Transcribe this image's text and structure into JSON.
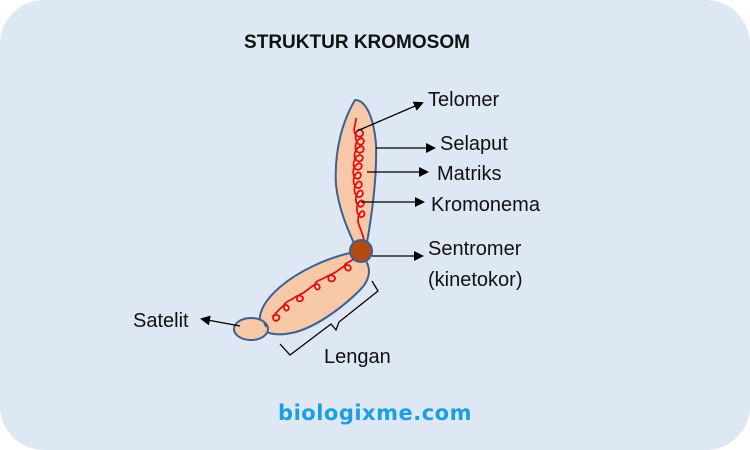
{
  "title": "STRUKTUR KROMOSOM",
  "labels": {
    "telomer": "Telomer",
    "selaput": "Selaput",
    "matriks": "Matriks",
    "kromonema": "Kromonema",
    "sentromer": "Sentromer",
    "kinetokor": "(kinetokor)",
    "satelit": "Satelit",
    "lengan": "Lengan"
  },
  "watermark": "biologixme.com",
  "colors": {
    "background": "#dde8f4",
    "arm_fill": "#f8c9a8",
    "arm_outline": "#3f5f8f",
    "chromonema": "#e01010",
    "centromere": "#b34a0e",
    "watermark": "#1aa0e0"
  }
}
